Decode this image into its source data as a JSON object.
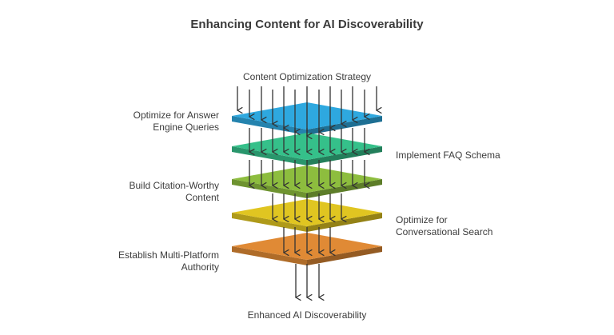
{
  "title": "Enhancing Content for AI Discoverability",
  "top_label": "Content Optimization Strategy",
  "bottom_label": "Enhanced AI Discoverability",
  "layers": [
    {
      "id": "answer-engine",
      "label": "Optimize for Answer Engine Queries",
      "line1": "Optimize for Answer",
      "line2": "Engine Queries",
      "side": "left",
      "color": "#2ea8df"
    },
    {
      "id": "faq-schema",
      "label": "Implement FAQ Schema",
      "line1": "Implement FAQ Schema",
      "line2": "",
      "side": "right",
      "color": "#35c08a"
    },
    {
      "id": "citation",
      "label": "Build Citation-Worthy Content",
      "line1": "Build Citation-Worthy",
      "line2": "Content",
      "side": "left",
      "color": "#8dbd3e"
    },
    {
      "id": "conversational",
      "label": "Optimize for Conversational Search",
      "line1": "Optimize for",
      "line2": "Conversational Search",
      "side": "right",
      "color": "#e0c521"
    },
    {
      "id": "multi-platform",
      "label": "Establish Multi-Platform Authority",
      "line1": "Establish Multi-Platform",
      "line2": "Authority",
      "side": "left",
      "color": "#e08a35"
    }
  ]
}
